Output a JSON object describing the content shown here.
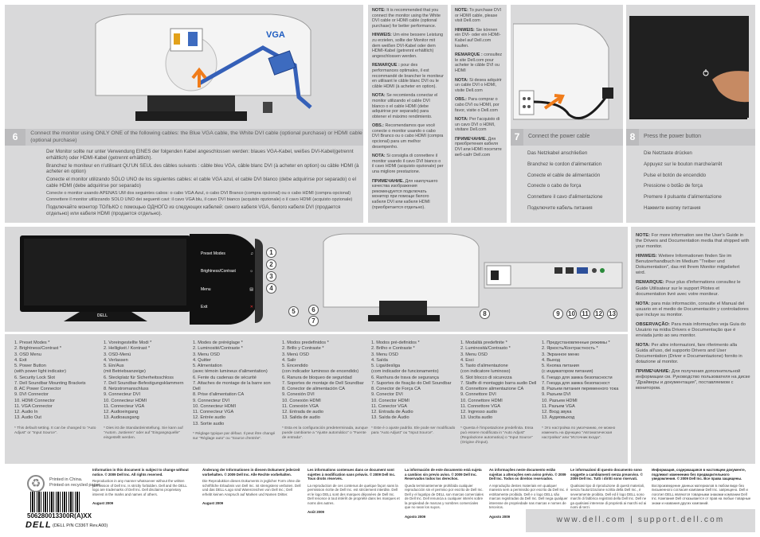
{
  "step6": {
    "number": "6",
    "vga_label": "VGA",
    "heading": "Connect the monitor using ONLY ONE of the following cables: the Blue VGA cable, the White DVI cable (optional purchase) or HDMI cable (optional purchase)",
    "lines": [
      "Der Monitor sollte nur unter Verwendung EINES der folgenden Kabel angeschlossen werden: blaues VGA-Kabel, weißes DVI-Kabel(getrennt erhältlich) oder HDMI-Kabel (getrennt erhältlich).",
      "Branchez le moniteur en n'utilisant QU'UN SEUL des câbles suivants : câble bleu VGA, câble blanc DVI (à acheter en option) ou câble HDMI (à acheter en option)",
      "Conecte el monitor utilizando SÓLO UNO de los siguientes cables: el cable VGA azul, el cable DVI blanco (debe adquirirse por separado) o el cable HDMI (debe adquirirse por separado)",
      "Conecte o monitor usando APENAS UM dos seguintes cabos: o cabo VGA Azul, o cabo DVI Branco (compra opcional) ou o cabo HDMI (compra opcional)",
      "Connettere il monitor utilizzando SOLO UNO dei seguenti cavi: il cavo VGA blu, il cavo DVI bianco (acquisto opzionale) o il cavo HDMI (acquisto opzionale)",
      "Подключайте монитор ТОЛЬКО с помощью ОДНОГО из следующих кабелей: синего кабеля VGA, белого кабеля DVI (продается отдельно) или кабеля HDMI (продается отдельно)."
    ]
  },
  "notes_col1": [
    {
      "label": "NOTE:",
      "text": " It is recommended that you connect the monitor using the White DVI cable or HDMI cable (optional purchase) for better performance."
    },
    {
      "label": "HINWEIS:",
      "text": " Um eine bessere Leistung zu erzielen, sollte der Monitor mit dem weißen DVI-Kabel oder dem HDMI-Kabel (getrennt erhältlich) angeschlossen werden."
    },
    {
      "label": "REMARQUE :",
      "text": " pour des performances optimales, il est recommandé de brancher le moniteur en utilisant le câble blanc DVI ou le câble HDMI (à acheter en option)."
    },
    {
      "label": "NOTA:",
      "text": " Se recomienda conectar el monitor utilizando el cable DVI blanco o el cable HDMI (debe adquirirse por separado) para obtener el máximo rendimiento."
    },
    {
      "label": "OBS.:",
      "text": " Recomendamos que você conecte o monitor usando o cabo DVI Branco ou o cabo HDMI (compra opcional) para um melhor desempenho."
    },
    {
      "label": "NOTA:",
      "text": " Si consiglia di connettere il monitor usando il cavo DVI bianco o il cavo HDMI (acquisto opzionale) per una migliore prestazione."
    },
    {
      "label": "ПРИМЕЧАНИЕ.",
      "text": " Для наилучшего качества изображения рекомендуется подключать монитор при помощи белого кабеля DVI или кабеля HDMI (приобретается отдельно)."
    }
  ],
  "notes_col2": [
    {
      "label": "NOTE:",
      "text": " To purchase DVI or HDMI cable, please visit Dell.com"
    },
    {
      "label": "HINWEIS:",
      "text": " Sie können ein DVI- oder ein HDMI-Kabel auf Dell.com kaufen."
    },
    {
      "label": "REMARQUE :",
      "text": " consultez le site Dell.com pour acheter le câble DVI ou HDMI"
    },
    {
      "label": "NOTA:",
      "text": " Si desea adquirir un cable DVI o HDMI, visite Dell.com"
    },
    {
      "label": "OBS.:",
      "text": " Para comprar o cabo DVI ou HDMI, por favor, visite o Dell.com"
    },
    {
      "label": "NOTA:",
      "text": " Per l'acquisto di un cavo DVI o HDMI, visitare Dell.com"
    },
    {
      "label": "ПРИМЕЧАНИЕ.",
      "text": " Для приобретения кабеля DVI или HDMI посетите веб-сайт Dell.com"
    }
  ],
  "step7": {
    "number": "7",
    "heading": "Connect the power cable",
    "lines": [
      "Das Netzkabel anschließen",
      "Branchez le cordon d'alimentation",
      "Conecte el cable de alimentación",
      "Conecte o cabo de força",
      "Connettere il cavo d'alimentazione",
      "Подключите кабель питания"
    ]
  },
  "step8": {
    "number": "8",
    "heading": "Press the power button",
    "lines": [
      "Die Netztaste drücken",
      "Appuyez sur le bouton marche/arrêt",
      "Pulse el botón de encendido",
      "Pressione o botão de força",
      "Premere il pulsante d'alimentazione",
      "Нажмите кнопку питания"
    ]
  },
  "osd": {
    "items": [
      "Preset Modes",
      "Brightness/Contrast",
      "Menu",
      "Exit"
    ],
    "icons": [
      "preset-icon",
      "brightness-icon",
      "menu-icon",
      "exit-icon"
    ]
  },
  "callouts": [
    "1",
    "2",
    "3",
    "4",
    "5",
    "6",
    "7",
    "8",
    "9",
    "10",
    "11",
    "12",
    "13"
  ],
  "brand": "DELL",
  "parts_lists": [
    {
      "items": [
        "1. Preset Modes *",
        "2. Brightness/Contrast *",
        "3. OSD Menu",
        "4. Exit",
        "5. Power Button",
        "   (with power light indicator)",
        "6. Security Lock Slot",
        "7. Dell Soundbar Mounting Brackets",
        "8. AC Power Connector",
        "9. DVI Connector",
        "10. HDMI Connector",
        "11. VGA Connector",
        "12. Audio In",
        "13. Audio Out"
      ],
      "footnote": "* This default setting. It can be changed to \"Auto Adjust\" or \"Input Source\"."
    },
    {
      "items": [
        "1. Voreingestellte Modi *",
        "2. Helligkeit / Kontrast *",
        "3. OSD-Menü",
        "4. Verlassen",
        "5. Ein/Aus",
        "   (mit Betriebsanzeige)",
        "6. Steckplatz für Sicherheitsschloss",
        "7. Dell Soundbar-Befestigungsklammern",
        "8. Netzstromanschluss",
        "9. Connecteur DVI",
        "10. Connecteur HDMI",
        "11. Connecteur VGA",
        "12. Audioeingang",
        "13. Audioausgang"
      ],
      "footnote": "* Dies ist die Standardeinstellung. Sie kann auf \"Autom. Justieren\" oder auf \"Eingangsquelle\" eingestellt werden."
    },
    {
      "items": [
        "1. Modes de préréglage *",
        "2. Luminosité/Contraste *",
        "3. Menu OSD",
        "4. Quitter",
        "5. Alimentation",
        "   (avec témoin lumineux d'alimentation)",
        "6. Fente du cadenas de sécurité",
        "7. Attaches de montage de la barre son Dell",
        "8. Prise d'alimentation CA",
        "9. Connecteur DVI",
        "10. Connecteur HDMI",
        "11. Connecteur VGA",
        "12. Entrée audio",
        "13. Sortie audio"
      ],
      "footnote": "* Réglage typique par défaut. Il peut être changé sur \"Réglage auto\" ou \"Source d'entrée\"."
    },
    {
      "items": [
        "1. Modos predefinidos *",
        "2. Brillo y Contraste *",
        "3. Menú OSD",
        "4. Salir",
        "5. Encendido",
        "   (con indicador luminoso de encendido)",
        "6. Ranura de bloqueo de seguridad",
        "7. Soportes de montaje de Dell Soundbar",
        "8. Conector de alimentación CA",
        "9. Conexión DVI",
        "10. Conexión HDMI",
        "11. Conexión VGA",
        "12. Entrada de audio",
        "13. Salida de audio"
      ],
      "footnote": "* Esta es la configuración predeterminada, aunque puede cambiarse a \"Ajuste automático\" o \"Fuente de entrada\"."
    },
    {
      "items": [
        "1. Modos pré-definidos *",
        "2. Brilho e Contraste *",
        "3. Menu OSD",
        "4. Saída",
        "5. Liga/desliga",
        "   (com indicador de funcionamento)",
        "6. Ranhura de trava de segurança",
        "7. Suportes de fixação do Dell Soundbar",
        "8. Conector de Força CA",
        "9. Conector DVI",
        "10. Conector HDMI",
        "11. Conector VGA",
        "12. Entrada de Áudio",
        "13. Saída de Áudio"
      ],
      "footnote": "* Este é o ajuste padrão. Ele pode ser modificado para \"Auto Adjust\" ou \"Input Source\"."
    },
    {
      "items": [
        "1. Modalità predefinite *",
        "2. Luminosità/Contrasto *",
        "3. Menu OSD",
        "4. Esci",
        "5. Tasto d'alimentazione",
        "   (con indicatore luminoso)",
        "6. Slot blocco di sicurezza",
        "7. Staffe di montaggio barra audio Dell",
        "8. Connettore alimentazione CA",
        "9. Connettore DVI",
        "10. Connettore HDMI",
        "11. Connettore VGA",
        "12. Ingresso audio",
        "13. Uscita audio"
      ],
      "footnote": "* Questa è l'impostazione predefinita. Essa può essere modificata in \"Auto Adjust\" (Regolazione automatica) o \"Input Source\" (Origine d'input)."
    },
    {
      "items": [
        "1. Предустановленные режимы *",
        "2. Яркость/Контрастность *",
        "3. Экранное меню",
        "4. Выход",
        "5. Кнопка питания",
        "   (с индикатором питания)",
        "6. Гнездо для замка безопасности",
        "7. Гнезда для замка безопасност",
        "8. Разъем питания переменного тока",
        "9. Разъем DVI",
        "10. Разъем HDMI",
        "11. Разъем VGA",
        "12. Вход звука",
        "13. Аудиовыход"
      ],
      "footnote": "* Это настройка по умолчанию, ее можно изменить на функцию \"Автоматическая настройка\" или \"Источник входа\"."
    }
  ],
  "notes_right": [
    {
      "label": "NOTE:",
      "text": " For more information see the User's Guide in the Drivers and Documentation media that shipped with your monitor."
    },
    {
      "label": "HINWEIS:",
      "text": " Weitere Informationen finden Sie im Benutzerhandbuch im Medium \"Treiber und Dokumentation\", das mit Ihrem Monitor mitgeliefert wird."
    },
    {
      "label": "REMARQUE:",
      "text": " Pour plus d'informations consultez le Guide Utilisateur sur le support Pilotes et documentation livré avec votre moniteur."
    },
    {
      "label": "NOTA:",
      "text": " para más información, consulte el Manual del usuario en el medio de Documentación y controladores que incluye su monitor."
    },
    {
      "label": "OBSERVAÇÃO:",
      "text": " Para mais informações veja Guia do Usuário na mídia Drivers e Documentação que é enviada junto ao seu monitor."
    },
    {
      "label": "NOTA:",
      "text": " Per altre informazioni, fare riferimento alla Guida all'uso, del supporto Drivers and User Documentation (Driver e Documentazione) fornito in dotazione al monitor."
    },
    {
      "label": "ПРИМЕЧАНИЕ:",
      "text": " Для получения дополнительной информации см. Руководство пользователя на диске \"Драйверы и документация\", поставляемом с монитором."
    }
  ],
  "footer": {
    "printed_china": "Printed in China.",
    "printed_recycled": "Printed on recycled paper.",
    "barcode_text": "506280013300R(A)XX",
    "pn": "(DELL P/N C336T Rev.A00)",
    "website": "www.dell.com | support.dell.com",
    "legal": [
      {
        "head": "Information in this document is subject to change without notice. © 2009 Dell Inc. All rights reserved.",
        "body": "Reproduction in any manner whatsoever without the written permission of Dell Inc. is strictly forbidden. Dell and the DELL logo are trademarks of Dell Inc. Dell disclaims proprietary interest in the marks and names of others.",
        "date": "August 2009"
      },
      {
        "head": "Änderung der Informationen in diesem Dokument jederzeit vorbehalten. © 2009 Dell Inc. Alle Rechte vorbehalten.",
        "body": "Die Reproduktion dieses Dokuments in jeglicher Form ohne die schriftliche Erlaubnis von Dell Inc. ist strengstens verboten. Dell und das DELL-Logo sind Warenzeichen von Dell Inc.; Dell erhebt keinen Anspruch auf Marken und Namen Dritter.",
        "date": "August 2009"
      },
      {
        "head": "Les informations contenues dans ce document sont sujettes à modification sans préavis. © 2009 Dell Inc. Tous droits réservés.",
        "body": "La reproduction de ces contenus de quelque façon sans la permission écrite de Dell Inc. est strictement interdite. Dell et le logo DELL sont des marques déposées de Dell Inc. Dell renonce à tout intérêt de propriété dans les marques et noms des autres.",
        "date": "Août 2009"
      },
      {
        "head": "La información de este documento está sujeta a cambios sin previo aviso. © 2009 Dell Inc. Reservados todos los derechos.",
        "body": "Queda terminantemente prohibida cualquier reproducción sin el permiso por escrito de Dell Inc. Dell y el logotipo de DELL son marcas comerciales de Dell Inc. Dell renuncia a cualquier interés sobre la propiedad de marcas y nombres comerciales que no sean los suyos.",
        "date": "Agosto 2009"
      },
      {
        "head": "As informações neste documento estão sujeitas a alterações sem aviso prévio. © 2009 Dell Inc. Todos os direitos reservados.",
        "body": "A reprodução destes materiais em qualquer maneira sem a permissão por escrito da Dell Inc. é estritamente proibida. Dell e o logo DELL são marcas registradas da Dell Inc. Dell nega qualquer interesse de propriedade nas marcas e nomes de terceiros.",
        "date": "Agosto 2009"
      },
      {
        "head": "Le informazioni di questo documento sono soggette a cambiamenti senza preavviso. © 2009 Dell Inc. Tutti i diritti sono riservati.",
        "body": "Qualsiasi tipo di riproduzione di questi materiali, senza l'autorizzazione scritta della Dell Inc., è severamente proibita. Dell ed il logo DELL sono marchi di fabbrica registrati della Dell Inc. Dell ne ga qualsiasi interesse di proprietà ai marchi ed ai nomi di terzi.",
        "date": "Agosto 2009"
      },
      {
        "head": "Информация, содержащаяся в настоящем документе, подлежит изменению без предварительного уведомления. © 2009 Dell Inc. Все права защищены.",
        "body": "Воспроизведение данных материалов в любом виде без письменного согласия компании Dell Inc. запрещено. Dell и логотип DELL являются товарными знаками компании Dell Inc. Компания Dell отказывается от прав на любые товарные знаки и названия других компаний.",
        "date": "Август 2009"
      }
    ]
  }
}
